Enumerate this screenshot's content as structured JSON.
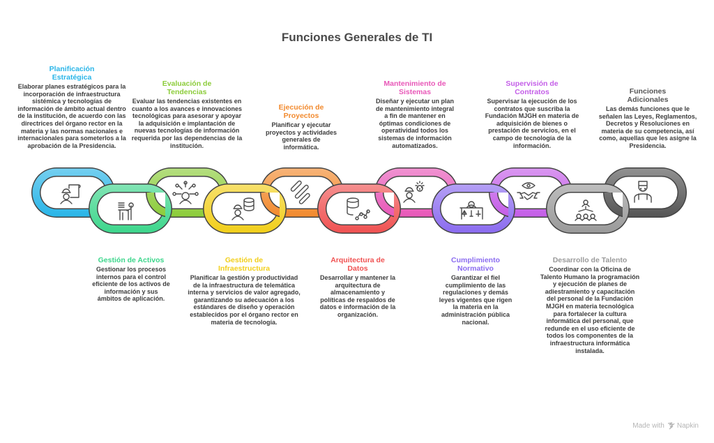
{
  "title": "Funciones Generales de TI",
  "items": [
    {
      "name": "Planificación Estratégica",
      "color": "#29b5e8",
      "position": "top",
      "icon": "engineer-blueprint-icon",
      "description": "Elaborar planes estratégicos para la incorporación de infraestructura sistémica y tecnologías de información de ámbito actual dentro de la institución, de acuerdo con las directrices del órgano rector en la materia y las normas nacionales e internacionales para someterlos a la aprobación de la Presidencia."
    },
    {
      "name": "Gestión de Activos",
      "color": "#3dd68c",
      "position": "bottom",
      "icon": "presenter-desk-icon",
      "description": "Gestionar los procesos internos para el control eficiente de los activos de información y sus ámbitos de aplicación."
    },
    {
      "name": "Evaluación de Tendencias",
      "color": "#8ccc3a",
      "position": "top",
      "icon": "ideas-network-icon",
      "description": "Evaluar las tendencias existentes en cuanto a los avances e innovaciones tecnológicas para asesorar y apoyar la adquisición e implantación de nuevas tecnologías de información requerida por las dependencias de la institución."
    },
    {
      "name": "Gestión de Infraestructura",
      "color": "#f2cf1b",
      "position": "bottom",
      "icon": "engineer-database-icon",
      "description": "Planificar la gestión y productividad de la infraestructura de telemática interna y servicios de valor agregado, garantizando su adecuación a los estándares de diseño y operación establecidos por el órgano rector en materia de tecnología."
    },
    {
      "name": "Ejecución de Proyectos",
      "color": "#f28a2e",
      "position": "top",
      "icon": "project-bars-icon",
      "description": "Planificar y ejecutar proyectos y actividades generales de informática."
    },
    {
      "name": "Arquitectura de Datos",
      "color": "#f05252",
      "position": "bottom",
      "icon": "database-network-icon",
      "description": "Desarrollar y mantener la arquitectura de almacenamiento y políticas de respaldos de datos e información de la organización."
    },
    {
      "name": "Mantenimiento de Sistemas",
      "color": "#e858b8",
      "position": "top",
      "icon": "engineer-gear-icon",
      "description": "Diseñar y ejecutar un plan de mantenimiento integral a fin de mantener en óptimas condiciones de operatividad todos los sistemas de información automatizados."
    },
    {
      "name": "Cumplimiento Normativo",
      "color": "#8b6cf0",
      "position": "bottom",
      "icon": "person-scales-icon",
      "description": "Garantizar el fiel cumplimiento de las regulaciones y demás leyes vigentes que rigen la materia en la administración pública nacional."
    },
    {
      "name": "Supervisión de Contratos",
      "color": "#c45ee8",
      "position": "top",
      "icon": "eye-handshake-icon",
      "description": "Supervisar la ejecución de los contratos que suscriba la Fundación MJGH en materia de adquisición de bienes o prestación de servicios, en el campo de tecnología de la información."
    },
    {
      "name": "Desarrollo de Talento",
      "color": "#9a9a9a",
      "position": "bottom",
      "icon": "team-hierarchy-icon",
      "description": "Coordinar con la Oficina de Talento Humano la programación y ejecución de planes de adiestramiento y capacitación del personal de la Fundación MJGH en materia tecnológica para fortalecer la cultura informática del personal, que redunde en el uso eficiente de todos los componentes de la infraestructura informática instalada."
    },
    {
      "name": "Funciones Adicionales",
      "color": "#555555",
      "position": "top",
      "icon": "worker-icon",
      "description": "Las demás funciones que le señalen las Leyes, Reglamentos, Decretos y Resoluciones en materia de su competencia, así como, aquellas que les asigne la Presidencia."
    }
  ],
  "colors": {
    "title": "#4a4a4a",
    "outline": "#444444",
    "desc_text": "#3c3c3c",
    "footer": "#b5b5b5",
    "last_heading": "#9a9a9a"
  },
  "footer": {
    "prefix": "Made with",
    "brand": "Napkin",
    "icon": "napkin-logo-icon"
  }
}
